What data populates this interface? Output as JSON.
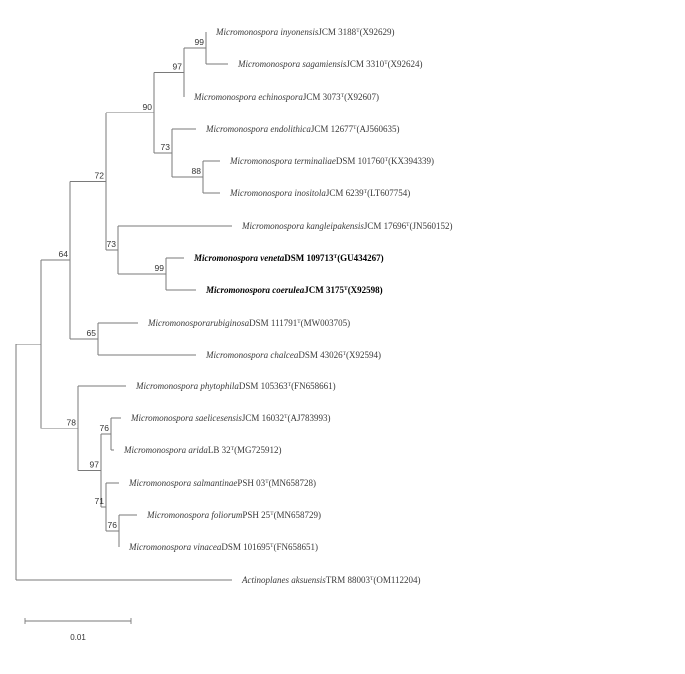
{
  "tree": {
    "taxa": [
      {
        "id": "inyonensis",
        "species": "Micromonospora inyonensis",
        "strain": "JCM 3188",
        "type_mark": "T",
        "accession": "(X92629)",
        "bold": false
      },
      {
        "id": "sagamiensis",
        "species": "Micromonospora sagamiensis",
        "strain": "JCM 3310",
        "type_mark": "T",
        "accession": "(X92624)",
        "bold": false
      },
      {
        "id": "echinospora",
        "species": "Micromonospora echinospora",
        "strain": "JCM 3073",
        "type_mark": "T",
        "accession": "(X92607)",
        "bold": false
      },
      {
        "id": "endolithica",
        "species": "Micromonospora endolithica",
        "strain": "JCM 12677",
        "type_mark": "T",
        "accession": "(AJ560635)",
        "bold": false
      },
      {
        "id": "terminaliae",
        "species": "Micromonospora terminaliae",
        "strain": "DSM 101760",
        "type_mark": "T",
        "accession": "(KX394339)",
        "bold": false
      },
      {
        "id": "inositola",
        "species": "Micromonospora inositola",
        "strain": "JCM 6239",
        "type_mark": "T",
        "accession": "(LT607754)",
        "bold": false
      },
      {
        "id": "kangleipakensis",
        "species": "Micromonospora kangleipakensis",
        "strain": "JCM 17696",
        "type_mark": "T",
        "accession": "(JN560152)",
        "bold": false
      },
      {
        "id": "veneta",
        "species": "Micromonospora veneta",
        "strain": "DSM 109713",
        "type_mark": "T",
        "accession": "(GU434267)",
        "bold": true
      },
      {
        "id": "coerulea",
        "species": "Micromonospora coerulea",
        "strain": "JCM 3175",
        "type_mark": "T",
        "accession": "(X92598)",
        "bold": true
      },
      {
        "id": "rubiginosa",
        "species": "Micromonosporarubiginosa",
        "strain": "DSM 111791",
        "type_mark": "T",
        "accession": "(MW003705)",
        "bold": false
      },
      {
        "id": "chalcea",
        "species": "Micromonospora chalcea",
        "strain": "DSM 43026",
        "type_mark": "T",
        "accession": "(X92594)",
        "bold": false
      },
      {
        "id": "phytophila",
        "species": "Micromonospora phytophila",
        "strain": "DSM 105363",
        "type_mark": "T",
        "accession": "(FN658661)",
        "bold": false
      },
      {
        "id": "saelicesensis",
        "species": "Micromonospora saelicesensis",
        "strain": "JCM 16032",
        "type_mark": "T",
        "accession": "(AJ783993)",
        "bold": false
      },
      {
        "id": "arida",
        "species": "Micromonospora arida",
        "strain": "LB 32",
        "type_mark": "T",
        "accession": "(MG725912)",
        "bold": false
      },
      {
        "id": "salmantinae",
        "species": "Micromonospora salmantinae",
        "strain": "PSH 03",
        "type_mark": "T",
        "accession": "(MN658728)",
        "bold": false
      },
      {
        "id": "foliorum",
        "species": "Micromonospora foliorum",
        "strain": "PSH 25",
        "type_mark": "T",
        "accession": "(MN658729)",
        "bold": false
      },
      {
        "id": "vinacea",
        "species": "Micromonospora vinacea",
        "strain": "DSM 101695",
        "type_mark": "T",
        "accession": "(FN658651)",
        "bold": false
      },
      {
        "id": "aksuensis",
        "species": "Actinoplanes aksuensis",
        "strain": "TRM 88003",
        "type_mark": "T",
        "accession": "(OM112204)",
        "bold": false
      }
    ],
    "bootstrap": {
      "n_inyo_saga": "99",
      "n_echino": "97",
      "n_group_a": "90",
      "n_endo": "73",
      "n_term_inos": "88",
      "n_big": "72",
      "n_kang": "73",
      "n_ven_coe": "99",
      "n_rub_chal": "65",
      "n_upper": "64",
      "n_lower": "78",
      "n_sael_arida": "76",
      "n_sub": "97",
      "n_salm": "71",
      "n_fol_vin": "76"
    },
    "scale_bar": {
      "label": "0.01",
      "length": 0.01
    }
  }
}
